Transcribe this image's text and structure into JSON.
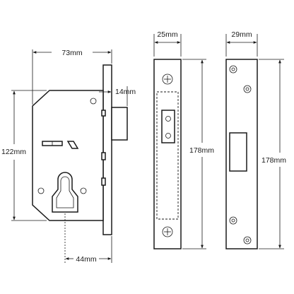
{
  "dimensions": {
    "lock_width": "73mm",
    "backset": "44mm",
    "case_height": "122mm",
    "throw": "14mm",
    "faceplate_width": "25mm",
    "faceplate_height": "178mm",
    "strike_width": "29mm",
    "strike_height": "178mm"
  }
}
